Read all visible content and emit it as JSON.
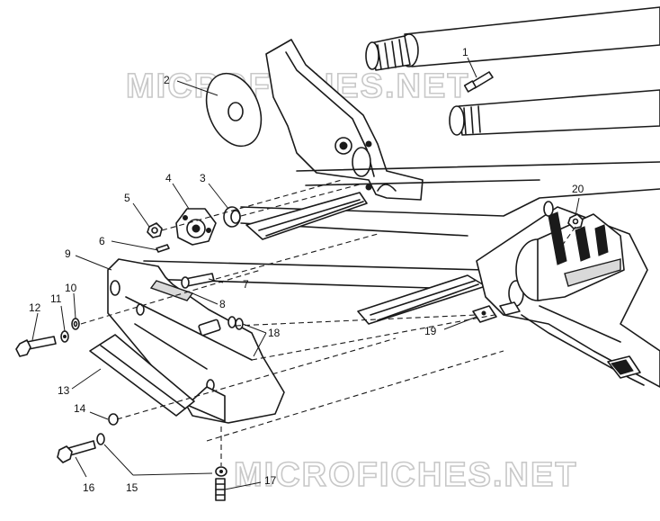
{
  "watermarks": [
    "MICROFICHES.NET",
    "MICROFICHES.NET"
  ],
  "callouts": {
    "c1": "1",
    "c2": "2",
    "c3": "3",
    "c4": "4",
    "c5": "5",
    "c6": "6",
    "c7": "7",
    "c8": "8",
    "c9": "9",
    "c10": "10",
    "c11": "11",
    "c12": "12",
    "c13": "13",
    "c14": "14",
    "c15": "15",
    "c16": "16",
    "c17": "17",
    "c18": "18",
    "c19": "19",
    "c20": "20"
  },
  "colors": {
    "ink": "#1a1a1a",
    "watermark": "#c8c8c8",
    "paper": "#ffffff"
  }
}
